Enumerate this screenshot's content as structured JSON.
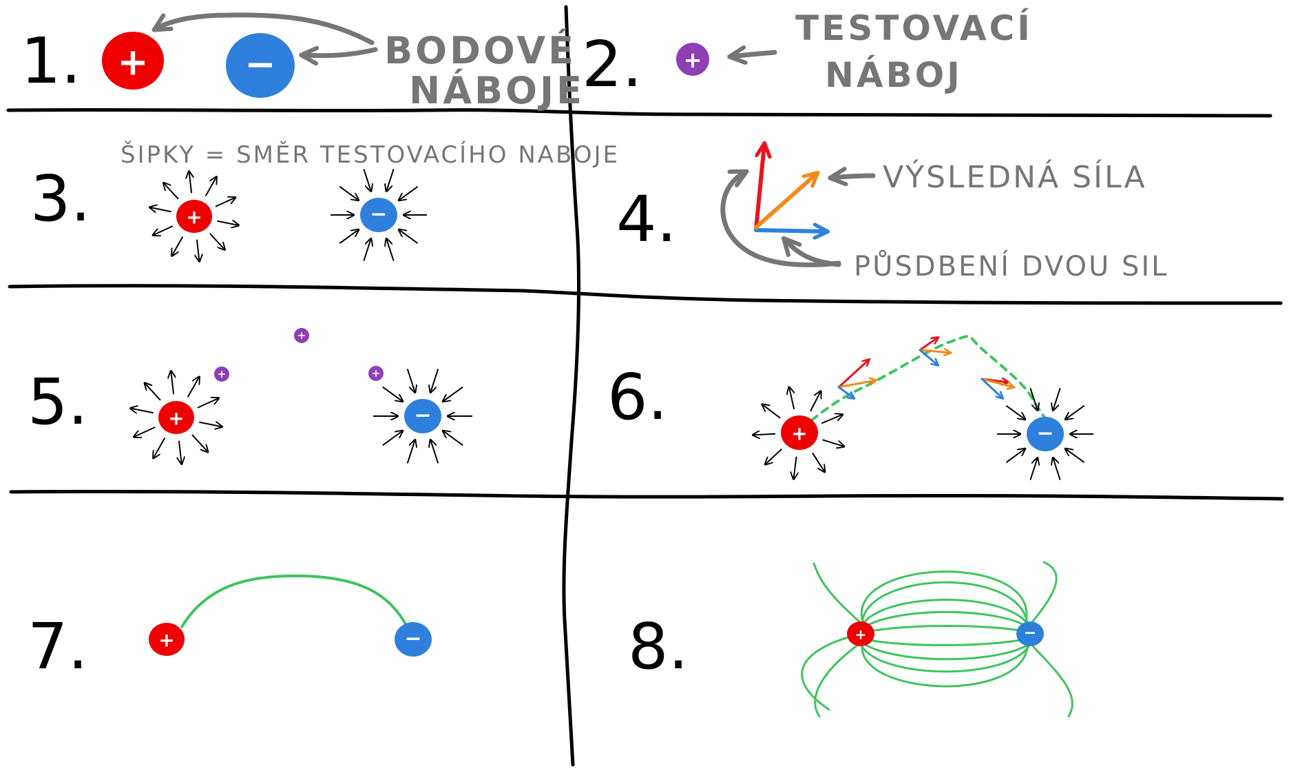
{
  "panels": [
    {
      "number": "1."
    },
    {
      "number": "2."
    },
    {
      "number": "3."
    },
    {
      "number": "4."
    },
    {
      "number": "5."
    },
    {
      "number": "6."
    },
    {
      "number": "7."
    },
    {
      "number": "8."
    }
  ],
  "labels": {
    "point_charges_line1": "BODOVÉ",
    "point_charges_line2": "NÁBOJE",
    "test_charge_line1": "TESTOVACÍ",
    "test_charge_line2": "NÁBOJ",
    "arrows_note": "ŠIPKY = SMĚR TESTOVACÍHO NABOJE",
    "resultant_force": "VÝSLEDNÁ SÍLA",
    "two_forces": "PŮSDBENÍ DVOU SIL"
  },
  "symbols": {
    "plus": "+",
    "minus": "−"
  },
  "colors": {
    "positive": "#ee0000",
    "negative": "#2f80dd",
    "test_charge": "#8e3fb5",
    "field_line": "#3ec45f",
    "annotation": "#767676",
    "force_red": "#e8141d",
    "force_orange": "#f28a1a",
    "force_blue": "#2f80dd",
    "ink": "#000000"
  }
}
